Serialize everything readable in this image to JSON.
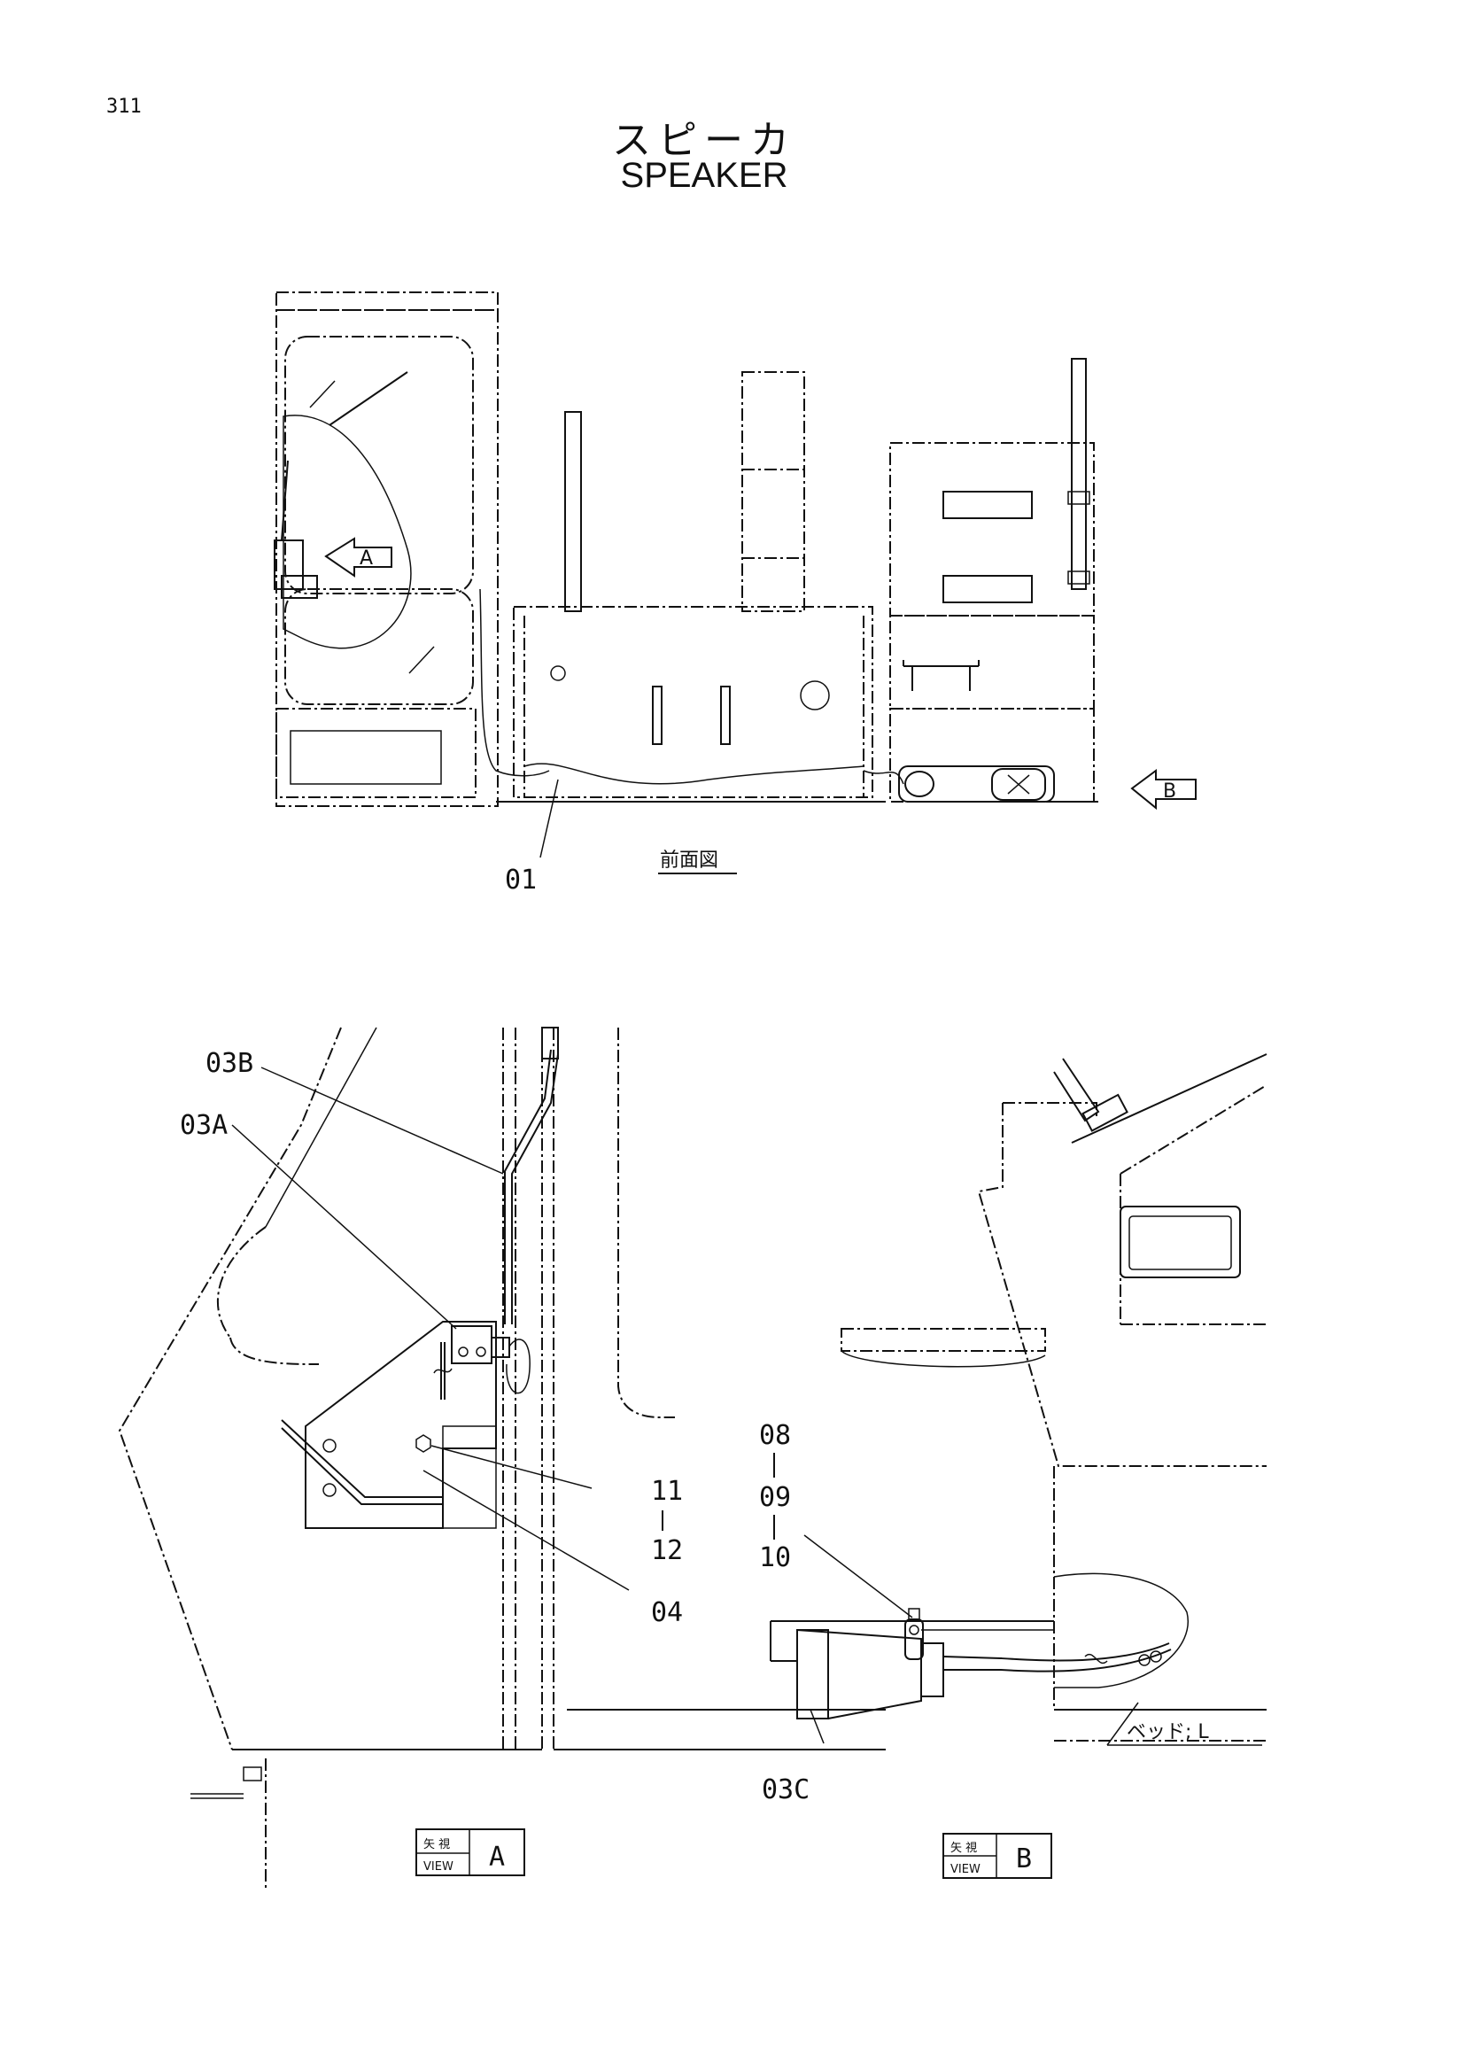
{
  "page": {
    "number": "311"
  },
  "title": {
    "japanese": "スピーカ",
    "english": "SPEAKER"
  },
  "front_view": {
    "caption": "前面図",
    "view_a_marker": "A",
    "view_b_marker": "B"
  },
  "part_labels": {
    "p01": "01",
    "p03A": "03A",
    "p03B": "03B",
    "p03C": "03C",
    "p04": "04",
    "p11": "11",
    "p12": "12",
    "p08": "08",
    "p09": "09",
    "p10": "10",
    "bed": "ベッド; L"
  },
  "view_boxes": {
    "a": {
      "jp": "矢 視",
      "en": "VIEW",
      "letter": "A"
    },
    "b": {
      "jp": "矢 視",
      "en": "VIEW",
      "letter": "B"
    }
  }
}
